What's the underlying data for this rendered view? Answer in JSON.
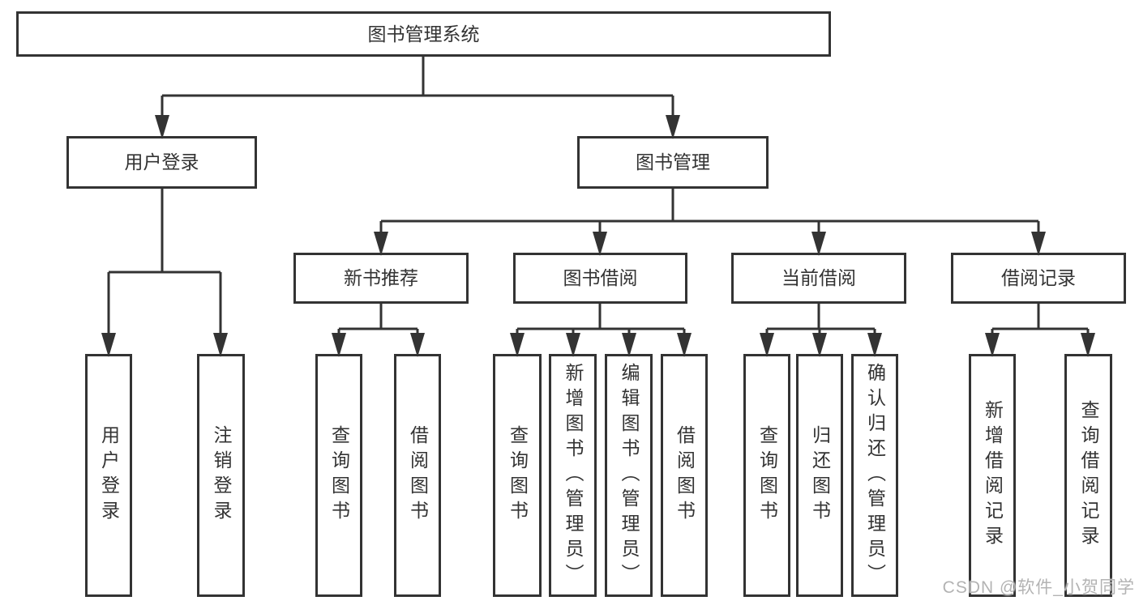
{
  "colors": {
    "line": "#333333",
    "text": "#333333",
    "box_border": "#333333",
    "background": "#ffffff",
    "watermark": "#b3b3b3"
  },
  "watermark": {
    "text": "CSDN @软件_小贺同学"
  },
  "tree": {
    "root": {
      "label": "图书管理系统"
    },
    "branches": [
      {
        "label": "用户登录",
        "children": [
          {
            "label": "用户登录"
          },
          {
            "label": "注销登录"
          }
        ]
      },
      {
        "label": "图书管理",
        "children": [
          {
            "label": "新书推荐",
            "children": [
              {
                "label": "查询图书"
              },
              {
                "label": "借阅图书"
              }
            ]
          },
          {
            "label": "图书借阅",
            "children": [
              {
                "label": "查询图书"
              },
              {
                "label": "新增图书（管理员）"
              },
              {
                "label": "编辑图书（管理员）"
              },
              {
                "label": "借阅图书"
              }
            ]
          },
          {
            "label": "当前借阅",
            "children": [
              {
                "label": "查询图书"
              },
              {
                "label": "归还图书"
              },
              {
                "label": "确认归还（管理员）"
              }
            ]
          },
          {
            "label": "借阅记录",
            "children": [
              {
                "label": "新增借阅记录"
              },
              {
                "label": "查询借阅记录"
              }
            ]
          }
        ]
      }
    ]
  }
}
